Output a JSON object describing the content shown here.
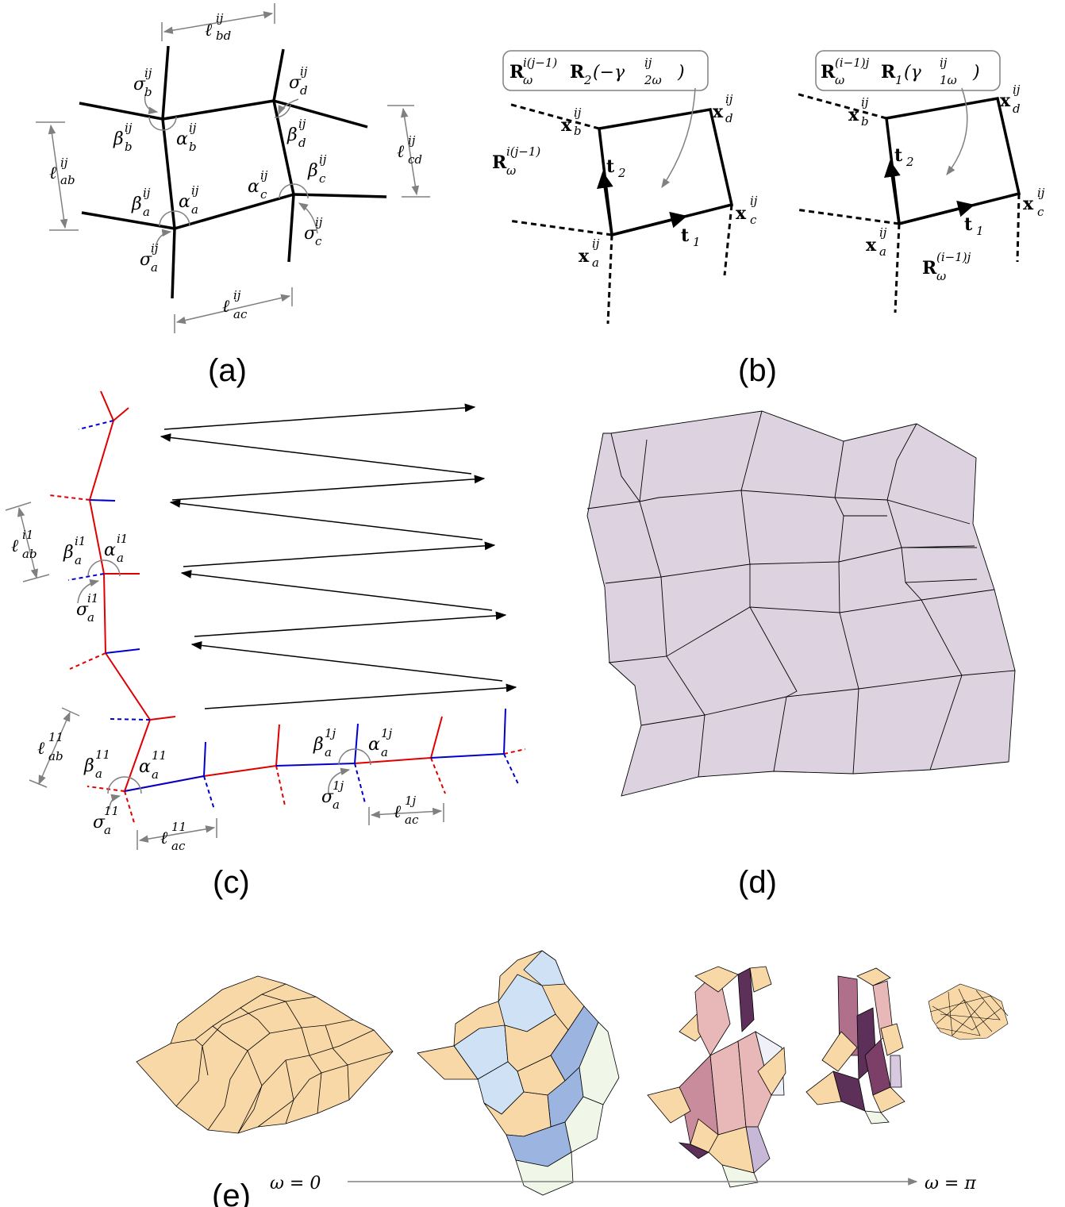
{
  "panels": {
    "a": {
      "label": "(a)"
    },
    "b": {
      "label": "(b)"
    },
    "c": {
      "label": "(c)"
    },
    "d": {
      "label": "(d)"
    },
    "e": {
      "label": "(e)"
    }
  },
  "panel_a": {
    "l_bd": "ℓ",
    "l_bd_sup": "ij",
    "l_bd_sub": "bd",
    "l_ab": "ℓ",
    "l_ab_sup": "ij",
    "l_ab_sub": "ab",
    "l_cd": "ℓ",
    "l_cd_sup": "ij",
    "l_cd_sub": "cd",
    "l_ac": "ℓ",
    "l_ac_sup": "ij",
    "l_ac_sub": "ac",
    "sigma_b": "σ",
    "sigma_b_sup": "ij",
    "sigma_b_sub": "b",
    "sigma_d": "σ",
    "sigma_d_sup": "ij",
    "sigma_d_sub": "d",
    "beta_b": "β",
    "beta_b_sup": "ij",
    "beta_b_sub": "b",
    "alpha_b": "α",
    "alpha_b_sup": "ij",
    "alpha_b_sub": "b",
    "beta_d": "β",
    "beta_d_sup": "ij",
    "beta_d_sub": "d",
    "alpha_c": "α",
    "alpha_c_sup": "ij",
    "alpha_c_sub": "c",
    "beta_c": "β",
    "beta_c_sup": "ij",
    "beta_c_sub": "c",
    "beta_a": "β",
    "beta_a_sup": "ij",
    "beta_a_sub": "a",
    "alpha_a": "α",
    "alpha_a_sup": "ij",
    "alpha_a_sub": "a",
    "sigma_c": "σ",
    "sigma_c_sup": "ij",
    "sigma_c_sub": "c",
    "sigma_a": "σ",
    "sigma_a_sup": "ij",
    "sigma_a_sub": "a"
  },
  "panel_b": {
    "box_left": "R",
    "box_left_sup": "i(j−1)",
    "box_left_sub": "ω",
    "box_left_mid": "R",
    "box_left_mid_sub": "2",
    "box_left_arg": "(−γ",
    "box_left_arg_sup": "ij",
    "box_left_arg_sub": "2ω",
    "box_left_close": ")",
    "box_right": "R",
    "box_right_sup": "(i−1)j",
    "box_right_sub": "ω",
    "box_right_mid": "R",
    "box_right_mid_sub": "1",
    "box_right_arg": "(γ",
    "box_right_arg_sup": "ij",
    "box_right_arg_sub": "1ω",
    "box_right_close": ")",
    "rot_left": "R",
    "rot_left_sup": "i(j−1)",
    "rot_left_sub": "ω",
    "rot_right": "R",
    "rot_right_sup": "(i−1)j",
    "rot_right_sub": "ω",
    "x": "x",
    "ij": "ij",
    "a": "a",
    "b": "b",
    "c": "c",
    "d": "d",
    "t": "t",
    "one": "1",
    "two": "2"
  },
  "panel_c": {
    "l_ab_i1": "ℓ",
    "l_ab_i1_sup": "i1",
    "l_ab_i1_sub": "ab",
    "beta_i1": "β",
    "beta_i1_sup": "i1",
    "beta_i1_sub": "a",
    "alpha_i1": "α",
    "alpha_i1_sup": "i1",
    "alpha_i1_sub": "a",
    "sigma_i1": "σ",
    "sigma_i1_sup": "i1",
    "sigma_i1_sub": "a",
    "l_ab_11": "ℓ",
    "l_ab_11_sup": "11",
    "l_ab_11_sub": "ab",
    "beta_11": "β",
    "beta_11_sup": "11",
    "beta_11_sub": "a",
    "alpha_11": "α",
    "alpha_11_sup": "11",
    "alpha_11_sub": "a",
    "sigma_11": "σ",
    "sigma_11_sup": "11",
    "sigma_11_sub": "a",
    "l_ac_11": "ℓ",
    "l_ac_11_sup": "11",
    "l_ac_11_sub": "ac",
    "beta_1j": "β",
    "beta_1j_sup": "1j",
    "beta_1j_sub": "a",
    "alpha_1j": "α",
    "alpha_1j_sup": "1j",
    "alpha_1j_sub": "a",
    "sigma_1j": "σ",
    "sigma_1j_sup": "1j",
    "sigma_1j_sub": "a",
    "l_ac_1j": "ℓ",
    "l_ac_1j_sup": "1j",
    "l_ac_1j_sub": "ac"
  },
  "panel_e": {
    "omega_start": "ω = 0",
    "omega_end": "ω = π"
  },
  "colors": {
    "red": "#e00000",
    "blue": "#0000cc",
    "gray": "#808080",
    "lilac": "#dcd2e0",
    "peach": "#f9d8a8",
    "lightblue": "#cfe2f5",
    "midblue": "#9bb5e0",
    "mauve": "#c88c9c",
    "plum": "#5c3058",
    "mint": "#f0f6e8"
  }
}
